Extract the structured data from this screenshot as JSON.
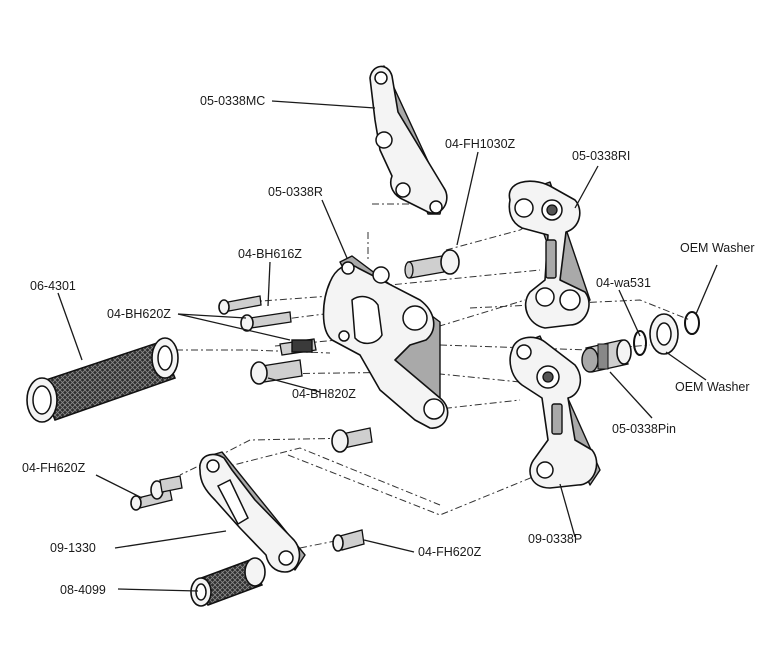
{
  "labels": {
    "mc_bracket": "05-0338MC",
    "fh1030": "04-FH1030Z",
    "ri_bracket": "05-0338RI",
    "r_bracket": "05-0338R",
    "bh616": "04-BH616Z",
    "peg_rubber": "06-4301",
    "bh620": "04-BH620Z",
    "oem_washer_top": "OEM Washer",
    "wa531": "04-wa531",
    "oem_washer_bottom": "OEM Washer",
    "bh820": "04-BH820Z",
    "pin": "05-0338Pin",
    "fh620_left": "04-FH620Z",
    "lever": "09-1330",
    "pedal": "09-0338P",
    "fh620_bottom": "04-FH620Z",
    "tip_rubber": "08-4099"
  }
}
